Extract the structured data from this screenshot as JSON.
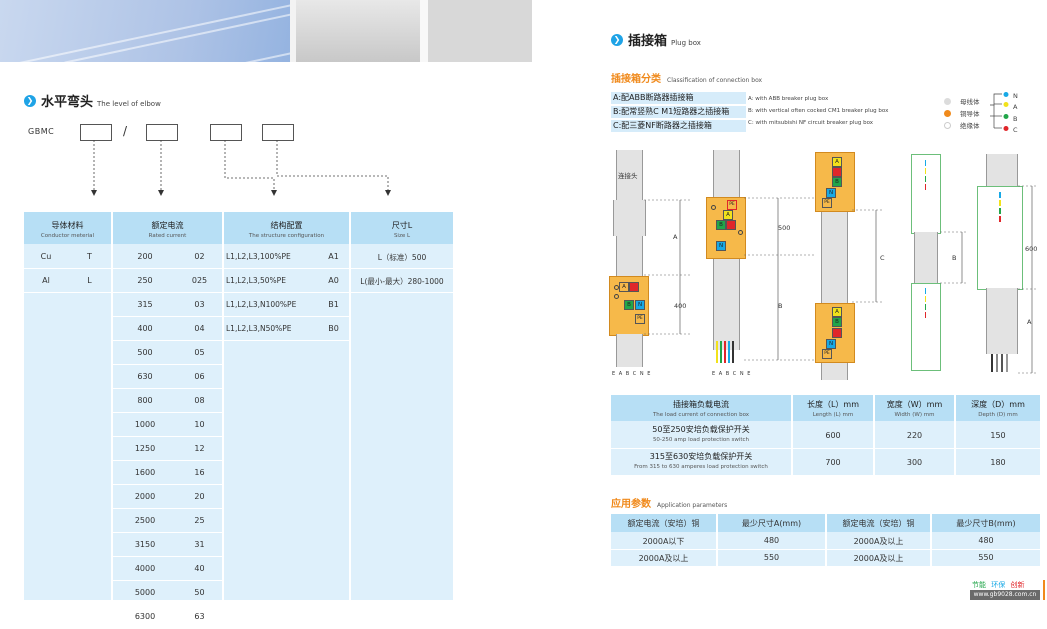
{
  "left": {
    "title": "水平弯头",
    "title_en": "The level of elbow",
    "code_label": "GBMC",
    "slash": "/",
    "table": {
      "headers": [
        {
          "zh": "导体材料",
          "en": "Conductor meterial"
        },
        {
          "zh": "额定电流",
          "en": "Rated current"
        },
        {
          "zh": "结构配置",
          "en": "The structure configuration"
        },
        {
          "zh": "尺寸L",
          "en": "Size L"
        }
      ],
      "material_rows": [
        [
          "Cu",
          "T"
        ],
        [
          "Al",
          "L"
        ]
      ],
      "current_rows": [
        [
          "200",
          "02"
        ],
        [
          "250",
          "025"
        ],
        [
          "315",
          "03"
        ],
        [
          "400",
          "04"
        ],
        [
          "500",
          "05"
        ],
        [
          "630",
          "06"
        ],
        [
          "800",
          "08"
        ],
        [
          "1000",
          "10"
        ],
        [
          "1250",
          "12"
        ],
        [
          "1600",
          "16"
        ],
        [
          "2000",
          "20"
        ],
        [
          "2500",
          "25"
        ],
        [
          "3150",
          "31"
        ],
        [
          "4000",
          "40"
        ],
        [
          "5000",
          "50"
        ],
        [
          "6300",
          "63"
        ]
      ],
      "structure_rows": [
        [
          "L1,L2,L3,100%PE",
          "A1"
        ],
        [
          "L1,L2,L3,50%PE",
          "A0"
        ],
        [
          "L1,L2,L3,N100%PE",
          "B1"
        ],
        [
          "L1,L2,L3,N50%PE",
          "B0"
        ]
      ],
      "size_rows": [
        "L（标准）500",
        "L(最小-最大）280-1000"
      ]
    }
  },
  "right": {
    "title": "插接箱",
    "title_en": "Plug box",
    "classification": {
      "title": "插接箱分类",
      "title_en": "Classification of connection box",
      "options": [
        "A:配ABB断路器插接箱",
        "B:配常竖熟C M1短路器之插接箱",
        "C:配三菱NF断路器之插接箱"
      ],
      "options_en": [
        "A: with ABB breaker plug box",
        "B: with vertical often cocked CM1 breaker plug box",
        "C: with mitsubishi NF circuit breaker plug box"
      ]
    },
    "legend": {
      "items": [
        {
          "label": "母线体",
          "color": "#dcdcdc"
        },
        {
          "label": "铜导体",
          "color": "#f08a1c"
        },
        {
          "label": "绝缘体",
          "color": "#ffffff"
        }
      ],
      "phases": [
        {
          "label": "N",
          "color": "#18a9e6"
        },
        {
          "label": "A",
          "color": "#f2e21b"
        },
        {
          "label": "B",
          "color": "#22a64a"
        },
        {
          "label": "C",
          "color": "#e0262a"
        }
      ]
    },
    "diagram": {
      "connector_label": "连接头",
      "dim_A": "A",
      "dim_B": "B",
      "dim_C": "C",
      "dim_400": "400",
      "dim_500": "500",
      "dim_600": "600",
      "wire_labels": "E A B C N E",
      "box_letters": [
        "A",
        "B",
        "N",
        "PE"
      ]
    },
    "load_table": {
      "headers": [
        {
          "zh": "插接箱负载电流",
          "en": "The load current of connection box"
        },
        {
          "zh": "长度（L）mm",
          "en": "Length (L) mm"
        },
        {
          "zh": "宽度（W）mm",
          "en": "Width (W) mm"
        },
        {
          "zh": "深度（D）mm",
          "en": "Depth (D) mm"
        }
      ],
      "rows": [
        {
          "zh": "50至250安培负载保护开关",
          "en": "50-250 amp load protection switch",
          "L": "600",
          "W": "220",
          "D": "150"
        },
        {
          "zh": "315至630安培负载保护开关",
          "en": "From 315 to 630 amperes load protection switch",
          "L": "700",
          "W": "300",
          "D": "180"
        }
      ]
    },
    "app_params": {
      "title": "应用参数",
      "title_en": "Application parameters",
      "headers": [
        "额定电流（安培）铜",
        "最少尺寸A(mm)",
        "额定电流（安培）铜",
        "最少尺寸B(mm)"
      ],
      "rows": [
        [
          "2000A以下",
          "480",
          "2000A及以上",
          "480"
        ],
        [
          "2000A及以上",
          "550",
          "2000A及以上",
          "550"
        ]
      ]
    },
    "footer": {
      "slogan": [
        "节能",
        "环保",
        "创新"
      ],
      "slogan_colors": [
        "#22a64a",
        "#18a9e6",
        "#e0262a"
      ],
      "website": "www.gb9028.com.cn"
    }
  }
}
